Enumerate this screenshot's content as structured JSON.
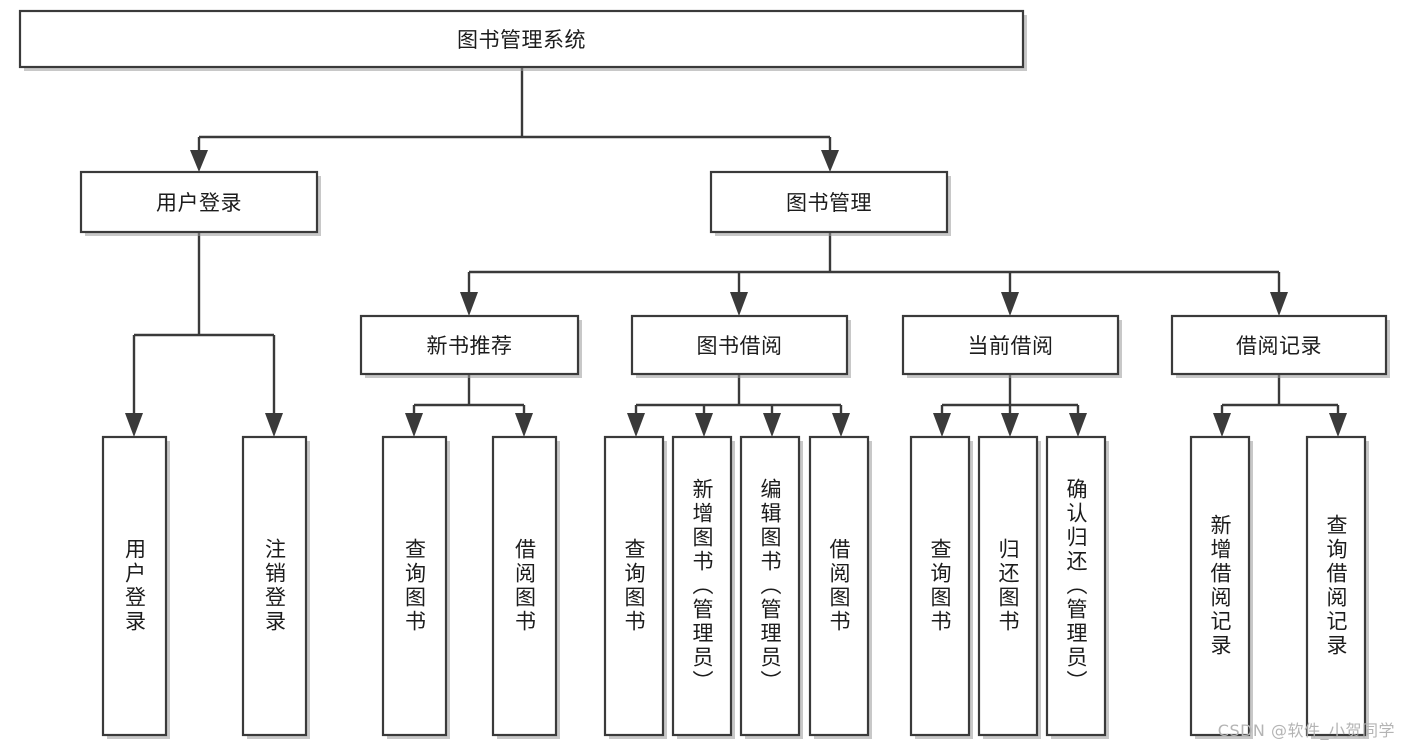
{
  "diagram": {
    "type": "tree-hierarchy-chart",
    "orientation": "top-down",
    "title": "图书管理系统",
    "root": {
      "id": "root",
      "label": "图书管理系统",
      "orientation": "horizontal"
    },
    "level1": [
      {
        "id": "user-login",
        "label": "用户登录",
        "orientation": "horizontal"
      },
      {
        "id": "book-manage",
        "label": "图书管理",
        "orientation": "horizontal"
      }
    ],
    "level2": [
      {
        "id": "new-book-rec",
        "label": "新书推荐",
        "orientation": "horizontal",
        "parent": "book-manage"
      },
      {
        "id": "book-borrow",
        "label": "图书借阅",
        "orientation": "horizontal",
        "parent": "book-manage"
      },
      {
        "id": "current-borrow",
        "label": "当前借阅",
        "orientation": "horizontal",
        "parent": "book-manage"
      },
      {
        "id": "borrow-record",
        "label": "借阅记录",
        "orientation": "horizontal",
        "parent": "book-manage"
      }
    ],
    "leaves": [
      {
        "id": "leaf-user-login",
        "label": "用户登录",
        "orientation": "vertical",
        "parent": "user-login"
      },
      {
        "id": "leaf-user-logout",
        "label": "注销登录",
        "orientation": "vertical",
        "parent": "user-login"
      },
      {
        "id": "leaf-query-book-1",
        "label": "查询图书",
        "orientation": "vertical",
        "parent": "new-book-rec"
      },
      {
        "id": "leaf-borrow-book-1",
        "label": "借阅图书",
        "orientation": "vertical",
        "parent": "new-book-rec"
      },
      {
        "id": "leaf-query-book-2",
        "label": "查询图书",
        "orientation": "vertical",
        "parent": "book-borrow"
      },
      {
        "id": "leaf-add-book",
        "label": "新增图书（管理员）",
        "orientation": "vertical",
        "parent": "book-borrow"
      },
      {
        "id": "leaf-edit-book",
        "label": "编辑图书（管理员）",
        "orientation": "vertical",
        "parent": "book-borrow"
      },
      {
        "id": "leaf-borrow-book-2",
        "label": "借阅图书",
        "orientation": "vertical",
        "parent": "book-borrow"
      },
      {
        "id": "leaf-query-book-3",
        "label": "查询图书",
        "orientation": "vertical",
        "parent": "current-borrow"
      },
      {
        "id": "leaf-return-book",
        "label": "归还图书",
        "orientation": "vertical",
        "parent": "current-borrow"
      },
      {
        "id": "leaf-confirm-return",
        "label": "确认归还（管理员）",
        "orientation": "vertical",
        "parent": "current-borrow"
      },
      {
        "id": "leaf-add-record",
        "label": "新增借阅记录",
        "orientation": "vertical",
        "parent": "borrow-record"
      },
      {
        "id": "leaf-query-record",
        "label": "查询借阅记录",
        "orientation": "vertical",
        "parent": "borrow-record"
      }
    ]
  },
  "watermark": {
    "text": "CSDN @软件_小贺同学"
  },
  "colors": {
    "background": "#ffffff",
    "box_fill": "#ffffff",
    "box_stroke": "#3a3a3a",
    "connector": "#3a3a3a",
    "text": "#1c1c1c",
    "watermark": "#b4b4b4"
  }
}
